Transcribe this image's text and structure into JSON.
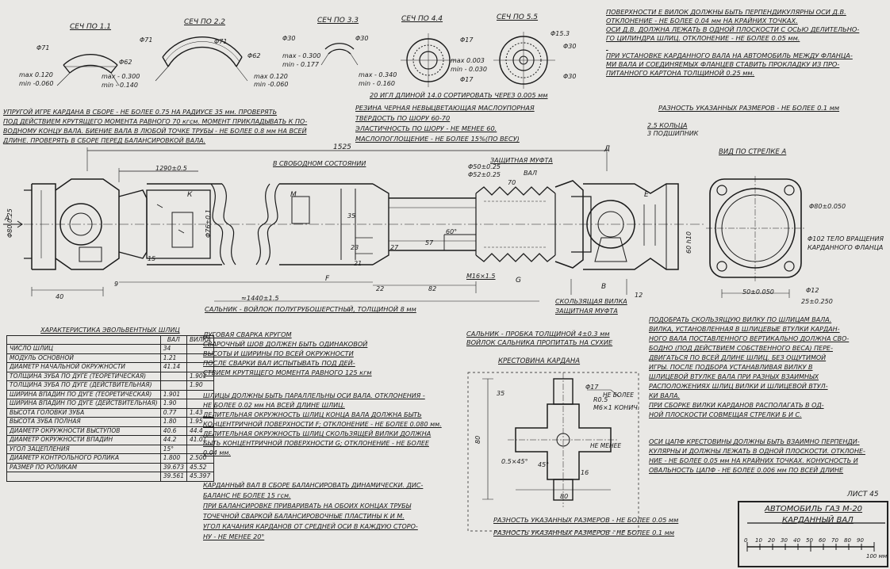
{
  "sections": {
    "s11": "СЕЧ ПО 1.1",
    "s22": "СЕЧ ПО 2.2",
    "s33": "СЕЧ ПО 3.3",
    "s44": "СЕЧ ПО 4.4",
    "s55": "СЕЧ ПО 5.5"
  },
  "section_dims": {
    "s11_max": "max 0.120",
    "s11_min": "min -0.060",
    "s11_d71": "Φ71",
    "s22_max": "max - 0.300",
    "s22_min": "min - 0.140",
    "s22_d62": "Φ62",
    "s22_d71": "Φ71",
    "s22_max2": "max 0.120",
    "s22_min2": "min -0.060",
    "s33_d30": "Φ30",
    "s33_max": "max - 0.300",
    "s33_min": "min - 0.177",
    "s44_max": "max - 0.340",
    "s44_min": "min - 0.160",
    "s44_d17": "Φ17",
    "s44_max2": "max 0.003",
    "s44_min2": "min - 0.030",
    "s55_d153": "Φ15.3",
    "s55_d30": "Φ30"
  },
  "notes_top_right": [
    "ПОВЕРХНОСТИ Е ВИЛОК ДОЛЖНЫ БЫТЬ ПЕРПЕНДИКУЛЯРНЫ ОСИ Д.В.",
    "ОТКЛОНЕНИЕ - НЕ БОЛЕЕ 0.04 мм НА КРАЙНИХ ТОЧКАХ.",
    "ОСИ Д.В. ДОЛЖНА ЛЕЖАТЬ В ОДНОЙ ПЛОСКОСТИ С ОСЬЮ ДЕЛИТЕЛЬНО-",
    "ГО ЦИЛИНДРА ШЛИЦ. ОТКЛОНЕНИЕ - НЕ БОЛЕЕ 0.05 мм.",
    "",
    "ПРИ УСТАНОВКЕ КАРДАННОГО ВАЛА НА АВТОМОБИЛЬ МЕЖДУ ФЛАНЦА-",
    "МИ ВАЛА И СОЕДИНЯЕМЫХ ФЛАНЦЕВ СТАВИТЬ ПРОКЛАДКУ ИЗ ПРО-",
    "ПИТАННОГО КАРТОНА ТОЛЩИНОЙ 0.25 мм."
  ],
  "notes_needles": "20 ИГЛ ДЛИНОЙ 14.0 СОРТИРОВАТЬ ЧЕРЕЗ 0.005 мм",
  "notes_rubber": [
    "РЕЗИНА ЧЕРНАЯ НЕВЫЦВЕТАЮЩАЯ МАСЛОУПОРНАЯ",
    "ТВЕРДОСТЬ ПО ШОРУ 60-70",
    "ЭЛАСТИЧНОСТЬ ПО ШОРУ - НЕ МЕНЕЕ 60.",
    "МАСЛОПОГЛОЩЕНИЕ - НЕ БОЛЕЕ 15%(ПО ВЕСУ)"
  ],
  "notes_upper_left": [
    "УПРУГОЙ ИГРЕ КАРДАНА В СБОРЕ - НЕ БОЛЕЕ 0.75 НА РАДИУСЕ 35 мм. ПРОВЕРЯТЬ",
    "ПОД ДЕЙСТВИЕМ КРУТЯЩЕГО МОМЕНТА РАВНОГО 70 кгсм. МОМЕНТ ПРИКЛАДЫВАТЬ К ПО-",
    "ВОДНОМУ КОНЦУ ВАЛА. БИЕНИЕ ВАЛА В ЛЮБОЙ ТОЧКЕ ТРУБЫ - НЕ БОЛЕЕ 0.8 мм НА ВСЕЙ",
    "ДЛИНЕ. ПРОВЕРЯТЬ В СБОРЕ ПЕРЕД БАЛАНСИРОВКОЙ ВАЛА."
  ],
  "diff_top": "РАЗНОСТЬ УКАЗАННЫХ РАЗМЕРОВ - НЕ БОЛЕЕ 0.1 мм",
  "ring_note": [
    "2.5 КОЛЬЦА",
    "3 ПОДШИПНИК"
  ],
  "view_a": "ВИД ПО СТРЕЛКЕ А",
  "drawing_labels": {
    "len_1525": "1525",
    "len_1290": "1290±0.5",
    "free_state": "В СВОБОДНОМ СОСТОЯНИИ",
    "protective_cover": "ЗАЩИТНАЯ МУФТА",
    "d50": "Φ50±0.25",
    "d52": "Φ52±0.25",
    "val": "ВАЛ",
    "dim_70": "70",
    "dim_35": "35",
    "dim_23": "23",
    "dim_21": "21",
    "dim_27": "27",
    "dim_22": "22",
    "dim_82": "82",
    "dim_57": "57",
    "dim_60": "60°",
    "dim_9": "9",
    "dim_40": "40",
    "dim_15": "15",
    "dim_12": "12",
    "d80_left": "Φ80.0.25",
    "d76": "Φ76±0.1",
    "len_1440": "≈1440±1.5",
    "felt_seal": "САЛЬНИК - ВОЙЛОК ПОЛУГРУБОШЕРСТНЫЙ, ТОЛЩИНОЙ 8 мм",
    "thread": "М16×1.5",
    "slide_fork": "СКОЛЬЗЯЩАЯ ВИЛКА",
    "protective_cover2": "ЗАЩИТНАЯ МУФТА",
    "label_A": "А",
    "label_D": "Д",
    "label_E": "Е",
    "label_M": "М",
    "label_K": "К",
    "label_F": "F",
    "label_G": "G",
    "label_B": "В",
    "d80_view": "Φ80±0.050",
    "d102": "Φ102 ТЕЛО ВРАЩЕНИЯ КАРДАННОГО ФЛАНЦА",
    "dim_50": "50±0.050",
    "dim_25": "25±0.250",
    "d12": "Φ12",
    "dim_60v": "60 h10"
  },
  "cork_note": [
    "САЛЬНИК - ПРОБКА ТОЛЩИНОЙ 4±0.3 мм",
    "ВОЙЛОК САЛЬНИКА ПРОПИТАТЬ НА СУХИЕ"
  ],
  "spline_table": {
    "title": "ХАРАКТЕРИСТИКА ЭВОЛЬВЕНТНЫХ ШЛИЦ",
    "col_val": "ВАЛ",
    "col_fork": "ВИЛКА",
    "rows": [
      [
        "ЧИСЛО ШЛИЦ",
        "34",
        ""
      ],
      [
        "МОДУЛЬ ОСНОВНОЙ",
        "1.21",
        ""
      ],
      [
        "ДИАМЕТР НАЧАЛЬНОЙ ОКРУЖНОСТИ",
        "41.14",
        ""
      ],
      [
        "ТОЛЩИНА ЗУБА ПО ДУГЕ (ТЕОРЕТИЧЕСКАЯ)",
        "",
        "1.901"
      ],
      [
        "ТОЛЩИНА ЗУБА ПО ДУГЕ (ДЕЙСТВИТЕЛЬНАЯ)",
        "",
        "1.90"
      ],
      [
        "ШИРИНА ВПАДИН ПО ДУГЕ (ТЕОРЕТИЧЕСКАЯ)",
        "1.901",
        ""
      ],
      [
        "ШИРИНА ВПАДИН ПО ДУГЕ (ДЕЙСТВИТЕЛЬНАЯ)",
        "1.90",
        ""
      ],
      [
        "ВЫСОТА ГОЛОВКИ ЗУБА",
        "0.77",
        "1.43"
      ],
      [
        "ВЫСОТА ЗУБА ПОЛНАЯ",
        "1.80",
        "1.95"
      ],
      [
        "ДИАМЕТР ОКРУЖНОСТИ ВЫСТУПОВ",
        "40.6",
        "44.4"
      ],
      [
        "ДИАМЕТР ОКРУЖНОСТИ ВПАДИН",
        "44.2",
        "41.01"
      ],
      [
        "УГОЛ ЗАЦЕПЛЕНИЯ",
        "15°",
        ""
      ],
      [
        "ДИАМЕТР КОНТРОЛЬНОГО РОЛИКА",
        "1.800",
        "2.500"
      ],
      [
        "РАЗМЕР ПО РОЛИКАМ",
        "39.673",
        "45.52"
      ]
    ],
    "roller_extra": [
      "39.561",
      "45.397"
    ]
  },
  "weld_note": [
    "ДУГОВАЯ СВАРКА КРУГОМ",
    "СВАРОЧНЫЙ ШОВ ДОЛЖЕН БЫТЬ ОДИНАКОВОЙ",
    "ВЫСОТЫ И ШИРИНЫ ПО ВСЕЙ ОКРУЖНОСТИ",
    "ПОСЛЕ СВАРКИ ВАЛ ИСПЫТЫВАТЬ ПОД ДЕЙ-",
    "СТВИЕМ КРУТЯЩЕГО МОМЕНТА РАВНОГО 125 кгм"
  ],
  "splines_note": [
    "ШЛИЦЫ ДОЛЖНЫ БЫТЬ ПАРАЛЛЕЛЬНЫ ОСИ ВАЛА. ОТКЛОНЕНИЯ -",
    "НЕ БОЛЕЕ 0.02 мм НА ВСЕЙ ДЛИНЕ ШЛИЦ.",
    "ДЕЛИТЕЛЬНАЯ ОКРУЖНОСТЬ ШЛИЦ КОНЦА ВАЛА ДОЛЖНА БЫТЬ",
    "КОНЦЕНТРИЧНОЙ ПОВЕРХНОСТИ F; ОТКЛОНЕНИЕ - НЕ БОЛЕЕ 0.080 мм.",
    "ДЕЛИТЕЛЬНАЯ ОКРУЖНОСТЬ ШЛИЦ СКОЛЬЗЯЩЕЙ ВИЛКИ ДОЛЖНА",
    "БЫТЬ КОНЦЕНТРИЧНОЙ ПОВЕРХНОСТИ G; ОТКЛОНЕНИЕ - НЕ БОЛЕЕ",
    "0.04 мм."
  ],
  "balance_note": [
    "КАРДАННЫЙ ВАЛ В СБОРЕ БАЛАНСИРОВАТЬ ДИНАМИЧЕСКИ. ДИС-",
    "БАЛАНС НЕ БОЛЕЕ 15 гсм.",
    "ПРИ БАЛАНСИРОВКЕ ПРИВАРИВАТЬ НА ОБОИХ КОНЦАХ ТРУБЫ",
    "ТОЧЕЧНОЙ СВАРКОЙ БАЛАНСИРОВОЧНЫЕ ПЛАСТИНЫ К И М.",
    "УГОЛ КАЧАНИЯ КАРДАНОВ ОТ СРЕДНЕЙ ОСИ В КАЖДУЮ СТОРО-",
    "НУ - НЕ МЕНЕЕ 20°"
  ],
  "cross_title": "КРЕСТОВИНА КАРДАНА",
  "cross_dims": {
    "d17": "Φ17",
    "r05": "R0.5",
    "no_more": "НЕ БОЛЕЕ",
    "m6": "М6×1 КОНИЧ.",
    "no_less": "НЕ МЕНЕЕ",
    "chamfer": "0.5×45°",
    "dim_80": "80",
    "dim_35": "35",
    "dim_16": "16",
    "dim_45": "45°",
    "dim_80v": "80"
  },
  "cross_diff1": "РАЗНОСТЬ УКАЗАННЫХ РАЗМЕРОВ - НЕ БОЛЕЕ 0.05 мм",
  "cross_diff2": "РАЗНОСТЬ УКАЗАННЫХ РАЗМЕРОВ - НЕ БОЛЕЕ 0.1 мм",
  "assembly_note": [
    "ПОДОБРАТЬ СКОЛЬЗЯЩУЮ ВИЛКУ ПО ШЛИЦАМ ВАЛА.",
    "ВИЛКА, УСТАНОВЛЕННАЯ В ШЛИЦЕВЫЕ ВТУЛКИ КАРДАН-",
    "НОГО ВАЛА ПОСТАВЛЕННОГО ВЕРТИКАЛЬНО ДОЛЖНА СВО-",
    "БОДНО (ПОД ДЕЙСТВИЕМ СОБСТВЕННОГО ВЕСА) ПЕРЕ-",
    "ДВИГАТЬСЯ ПО ВСЕЙ ДЛИНЕ ШЛИЦ. БЕЗ ОЩУТИМОЙ",
    "ИГРЫ. ПОСЛЕ ПОДБОРА УСТАНАВЛИВАЯ ВИЛКУ В",
    "ШЛИЦЕВОЙ ВТУЛКЕ ВАЛА ПРИ РАЗНЫХ ВЗАИМНЫХ",
    "РАСПОЛОЖЕНИЯХ ШЛИЦ ВИЛКИ И ШЛИЦЕВОЙ ВТУЛ-",
    "КИ ВАЛА.",
    "ПРИ СБОРКЕ ВИЛКИ КАРДАНОВ РАСПОЛАГАТЬ В ОД-",
    "НОЙ ПЛОСКОСТИ СОВМЕЩАЯ СТРЕЛКИ Б И С."
  ],
  "cross_axes_note": [
    "ОСИ ЦАПФ КРЕСТОВИНЫ ДОЛЖНЫ БЫТЬ ВЗАИМНО ПЕРПЕНДИ-",
    "КУЛЯРНЫ И ДОЛЖНЫ ЛЕЖАТЬ В ОДНОЙ ПЛОСКОСТИ. ОТКЛОНЕ-",
    "НИЕ - НЕ БОЛЕЕ 0.05 мм НА КРАЙНИХ ТОЧКАХ. КОНУСНОСТЬ И",
    "ОВАЛЬНОСТЬ ЦАПФ - НЕ БОЛЕЕ 0.006 мм ПО ВСЕЙ ДЛИНЕ"
  ],
  "sheet": "ЛИСТ 45",
  "title_block": [
    "АВТОМОБИЛЬ ГАЗ М-20",
    "КАРДАННЫЙ ВАЛ"
  ],
  "scale_labels": [
    "0",
    "10",
    "20",
    "30",
    "40",
    "50",
    "60",
    "70",
    "80",
    "90",
    "100 мм"
  ]
}
